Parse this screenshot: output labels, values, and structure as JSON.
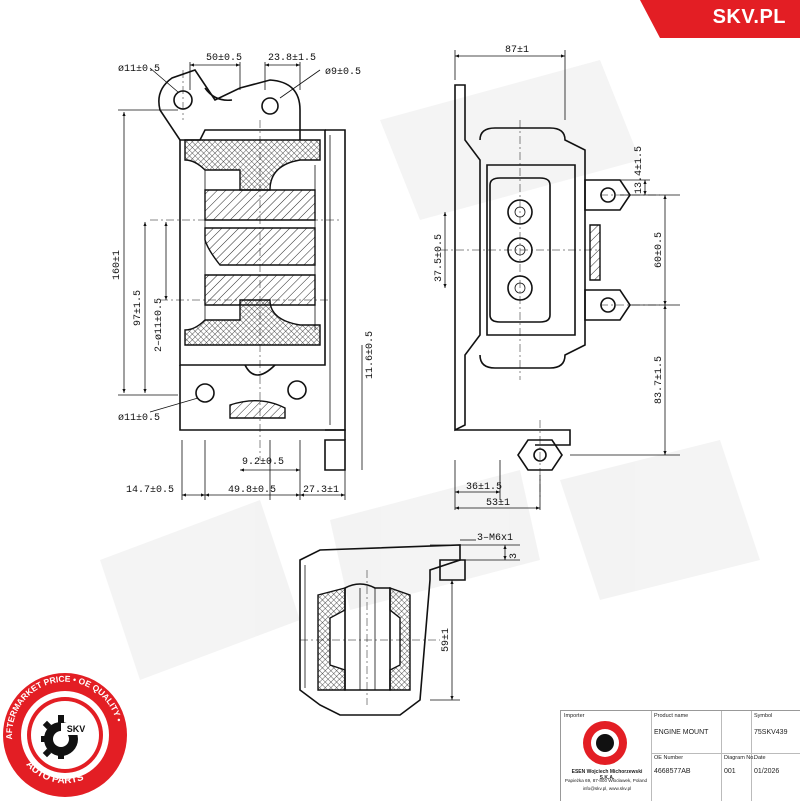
{
  "brand": {
    "name": "SKV.PL",
    "color": "#e31e24"
  },
  "seal": {
    "ring_text": "AFTERMARKET PRICE • OE QUALITY •",
    "bottom_text": "AUTO PARTS",
    "badge": "SKV",
    "color": "#e31e24"
  },
  "dimensions": {
    "front_view": {
      "hole_top_left": "ø11±0.5",
      "top_width": "50±0.5",
      "top_offset": "23.8±1.5",
      "hole_top_right": "ø9±0.5",
      "height_total": "160±1",
      "height_mid": "97±1.5",
      "hole_pair": "2–ø11±0.5",
      "flange_height": "11.6±0.5",
      "hole_bottom": "ø11±0.5",
      "bottom_small": "9.2±0.5",
      "bottom_left": "14.7±0.5",
      "bottom_mid": "49.8±0.5",
      "bottom_right": "27.3±1"
    },
    "side_view": {
      "width_top": "87±1",
      "height_a": "13.4±1.5",
      "height_b": "37.5±0.5",
      "height_c": "60±0.5",
      "height_d": "83.7±1.5",
      "width_a": "36±1.5",
      "width_b": "53±1"
    },
    "top_view": {
      "thread": "3–M6x1",
      "small": "3",
      "height": "59±1"
    }
  },
  "table": {
    "importer_label": "Importer",
    "company_name": "ESEN Wojciech Michorzewski S.K.A.",
    "company_address": "Papieżka 69, 87-800 Włocławek, Poland",
    "company_contact": "info@skv.pl, www.skv.pl",
    "product_name_label": "Product name",
    "product_name": "ENGINE MOUNT",
    "symbol_label": "Symbol",
    "symbol": "75SKV439",
    "oe_label": "OE Number",
    "oe_number": "4668577AB",
    "diagram_label": "Diagram No.",
    "diagram_no": "001",
    "date_label": "Date",
    "date": "01/2026"
  }
}
